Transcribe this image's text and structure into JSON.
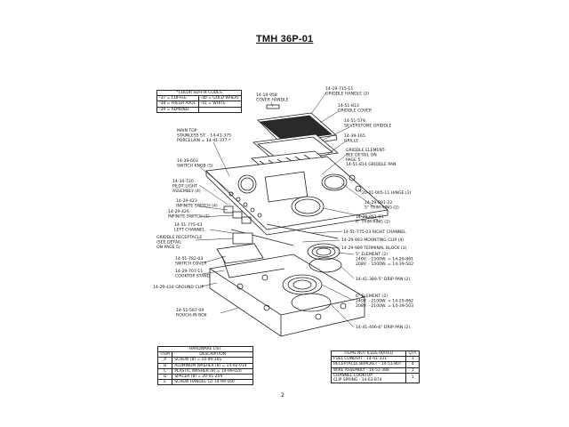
{
  "title": "TMH 36P-01",
  "page_number": "2",
  "color_suffix": {
    "header": "*COLOR SUFFIX CODES",
    "rows": [
      [
        "-37 = COFFEE",
        "-40 = GOLD WHEAT"
      ],
      [
        "-38 = FRESH AVOC",
        "-41 = WHITE"
      ],
      [
        "-39 = ALMOND",
        ""
      ]
    ]
  },
  "labels": {
    "griddle_handle": "14-19-715-11\nGRIDDLE HANDLE (2)",
    "cover_handle": "14-19-958\nCOVER HANDLE",
    "griddle_cover": "14-51-813\nGRIDDLE COVER",
    "silverstone": "14-51-579\nSILVERSTONE GRIDDLE",
    "grille": "14-39-165\nGRILLE",
    "griddle_element": "GRIDDLE ELEMENT-\nSEE DETAIL ON\nPAGE 5\n14-51-814 GRIDDLE PAN",
    "main_top": "MAIN TOP\nSTAINLESS ST. - 14-41-375\nPORCELAIN = 14-41-377-*",
    "switch_knob": "14-39-603\nSWITCH KNOB (5)",
    "hinge": "20-01-005-11 HINGE (2)",
    "pilot_light": "14-34-720\nPILOT LIGHT\nASSEMBLY (4)",
    "trim_ring_5": "14-29-891-32\n5\" TRIM RING (2)",
    "inf_switch_4": "14-29-423\nINFINITE SWITCH (4)",
    "inf_switch_1": "14-29-426\nINFINITE SWITCH (1)",
    "trim_ring_6": "14-29-891-03\n6\" TRIM RING (2)",
    "left_channel": "14-51-775-03\nLEFT CHANNEL",
    "right_channel": "14-51-775-03 RIGHT CHANNEL",
    "griddle_receptacle": "GRIDDLE RECEPTACLE\n(SEE DETAIL\nON PAGE 5)",
    "mounting_clip": "14-29-993 MOUNTING CLIP (4)",
    "terminal_block": "14-29-989 TERMINAL BLOCK (3)",
    "switch_cover": "14-51-782-03\nSWITCH COVER",
    "element_5": "5\" ELEMENT (2)\n240V. - 1500W. = 14-29-861\n208V. - 1500W. = 14-39-502",
    "cooktop_stand": "14-29-707-11\nCOOKTOP STAND",
    "drip_pan_5": "14-41-389-5\" DRIP PAN (2)",
    "ground_clip": "14-29-434 GROUND CLIP",
    "element_6": "6\" ELEMENT (2)\n240V. - 2100W. = 14-29-862\n208V. - 2100W. = 14-39-503",
    "rough_in": "14-51-567-09\nROUGH-IN BOX",
    "drip_pan_6": "14-41-406-6\" DRIP PAN (2)"
  },
  "hardware": {
    "header": "HARDWARE LIST",
    "columns": [
      "ITEM",
      "DESCRIPTION"
    ],
    "rows": [
      [
        "A",
        "SCREW (8) = 14-99-165"
      ],
      [
        "B",
        "ALUMINUM WASHER (8) = 14-92-019"
      ],
      [
        "C",
        "PLASTIC WASHER (8) = 14-99-020"
      ],
      [
        "D",
        "SPACER (8) = 20-01-259"
      ],
      [
        "E",
        "SCREW HANDLE (2) 14-99-160"
      ]
    ]
  },
  "not_illustrated": {
    "columns": [
      "ITEMS NOT ILLUSTRATED",
      "QTY."
    ],
    "rows": [
      [
        "FUEL CONDUIT - 14-41-331",
        "1"
      ],
      [
        "RECEPTACLE BRACKET - 14-51-807",
        "4"
      ],
      [
        "WIRE ASSEMBLY - 14-51-388",
        "1"
      ],
      [
        "CHANNEL COOKTOP\nCLIP SPRING - 14-63-874",
        "1"
      ]
    ]
  }
}
